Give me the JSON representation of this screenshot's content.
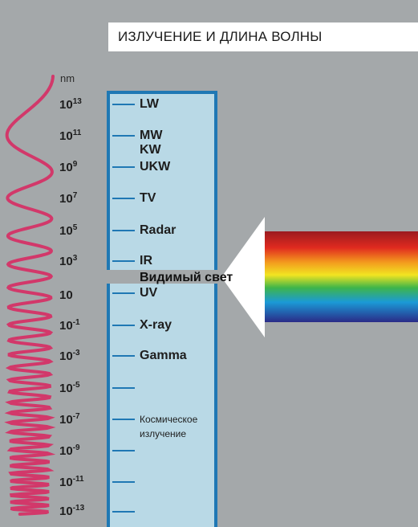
{
  "title": "ИЗЛУЧЕНИЕ И ДЛИНА ВОЛНЫ",
  "unit": "nm",
  "scale": [
    {
      "base": "10",
      "exp": "13"
    },
    {
      "base": "10",
      "exp": "11"
    },
    {
      "base": "10",
      "exp": "9"
    },
    {
      "base": "10",
      "exp": "7"
    },
    {
      "base": "10",
      "exp": "5"
    },
    {
      "base": "10",
      "exp": "3"
    },
    {
      "base": "10",
      "exp": ""
    },
    {
      "base": "10",
      "exp": "-1"
    },
    {
      "base": "10",
      "exp": "-3"
    },
    {
      "base": "10",
      "exp": "-5"
    },
    {
      "base": "10",
      "exp": "-7"
    },
    {
      "base": "10",
      "exp": "-9"
    },
    {
      "base": "10",
      "exp": "-11"
    },
    {
      "base": "10",
      "exp": "-13"
    }
  ],
  "bands": {
    "lw": "LW",
    "mw": "MW",
    "kw": "KW",
    "ukw": "UKW",
    "tv": "TV",
    "radar": "Radar",
    "ir": "IR",
    "uv": "UV",
    "xray": "X-ray",
    "gamma": "Gamma",
    "cosmic_line1": "Космическое",
    "cosmic_line2": "излучение"
  },
  "visible_label": "Видимый свет",
  "colors": {
    "background": "#a4a8aa",
    "band_fill": "#b9d9e6",
    "band_border": "#1f78b4",
    "wave": "#d2386a",
    "arrow": "#ffffff"
  }
}
